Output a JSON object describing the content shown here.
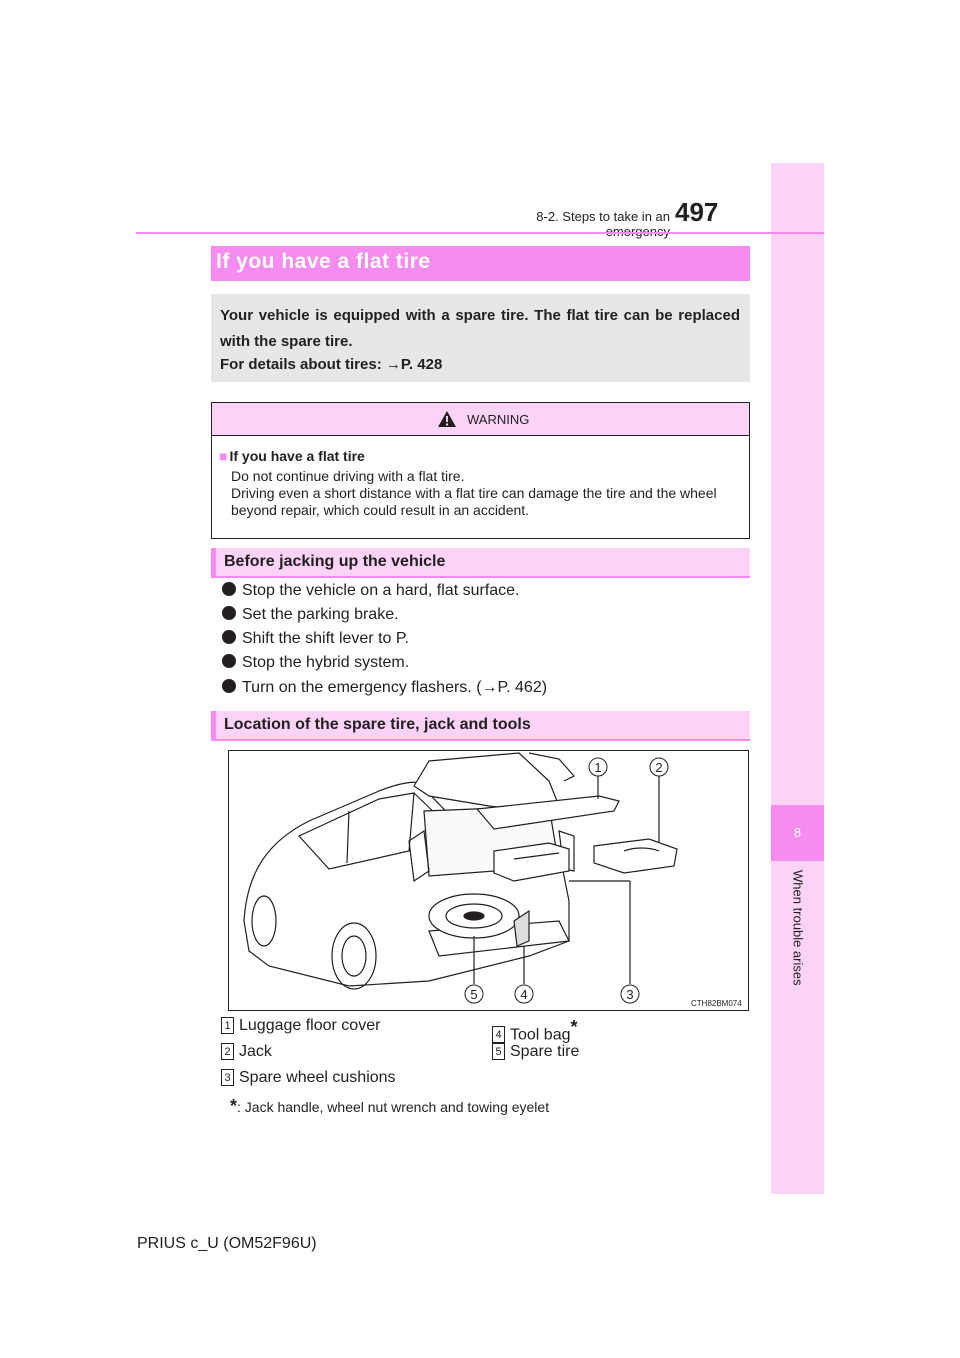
{
  "header": {
    "section": "8-2. Steps to take in an emergency",
    "page_number": "497"
  },
  "side_tab": {
    "chapter_number": "8",
    "chapter_title": "When trouble arises"
  },
  "title": "If you have a flat tire",
  "intro": {
    "line1": "Your vehicle is equipped with a spare tire. The flat tire can be replaced with the spare tire.",
    "line2": "For details about tires: →P. 428"
  },
  "warning": {
    "label": "WARNING",
    "subtitle": "If you have a flat tire",
    "body_line1": "Do not continue driving with a flat tire.",
    "body_line2": "Driving even a short distance with a flat tire can damage the tire and the wheel beyond repair, which could result in an accident."
  },
  "section_before": {
    "heading": "Before jacking up the vehicle",
    "bullets": [
      "Stop the vehicle on a hard, flat surface.",
      "Set the parking brake.",
      "Shift the shift lever to P.",
      "Stop the hybrid system.",
      "Turn on the emergency flashers. (→P. 462)"
    ]
  },
  "section_location": {
    "heading": "Location of the spare tire, jack and tools",
    "figure_code": "CTH82BM074",
    "callouts": [
      "1",
      "2",
      "3",
      "4",
      "5"
    ],
    "legend": [
      {
        "num": "1",
        "label": "Luggage floor cover"
      },
      {
        "num": "2",
        "label": "Jack"
      },
      {
        "num": "3",
        "label": "Spare wheel cushions"
      },
      {
        "num": "4",
        "label": "Tool bag"
      },
      {
        "num": "5",
        "label": "Spare tire"
      }
    ],
    "asterisk": "*",
    "footnote": ": Jack handle, wheel nut wrench and towing eyelet"
  },
  "footer": {
    "model": "PRIUS c_U (OM52F96U)"
  }
}
